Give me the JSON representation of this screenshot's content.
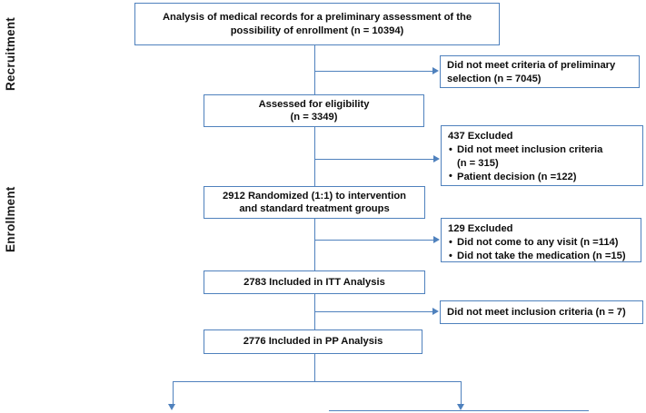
{
  "diagram": {
    "type": "consort-flow-diagram",
    "accent_color": "#4f81bd",
    "text_color": "#0d0d0d",
    "background_color": "#ffffff"
  },
  "phases": [
    {
      "id": "recruitment",
      "label": "Recruitment"
    },
    {
      "id": "enrollment",
      "label": "Enrollment"
    }
  ],
  "nodes": {
    "screening": {
      "line1": "Analysis of medical records for a preliminary assessment of the",
      "line2": "possibility of enrollment (n = 10394)",
      "n": 10394
    },
    "excluded_preliminary": {
      "line1": "Did not meet criteria of preliminary",
      "line2": "selection (n = 7045)",
      "n": 7045
    },
    "eligibility": {
      "line1": "Assessed for eligibility",
      "line2": "(n = 3349)",
      "n": 3349
    },
    "excluded_437": {
      "title": "437 Excluded",
      "n": 437,
      "items": [
        {
          "text": "Did not meet inclusion criteria",
          "cont": "(n = 315)",
          "n": 315
        },
        {
          "text": "Patient decision (n =122)",
          "cont": "",
          "n": 122
        }
      ]
    },
    "randomized": {
      "line1": "2912 Randomized (1:1) to intervention",
      "line2": "and standard treatment groups",
      "n": 2912
    },
    "excluded_129": {
      "title": "129 Excluded",
      "n": 129,
      "items": [
        {
          "text": "Did not come to any visit (n =114)",
          "cont": "",
          "n": 114
        },
        {
          "text": "Did not take the medication (n =15)",
          "cont": "",
          "n": 15
        }
      ]
    },
    "itt": {
      "line1": "2783 Included in ITT Analysis",
      "n": 2783
    },
    "excluded_7": {
      "line1": "Did not meet inclusion criteria (n = 7)",
      "n": 7
    },
    "pp": {
      "line1": "2776 Included in PP Analysis",
      "n": 2776
    }
  }
}
